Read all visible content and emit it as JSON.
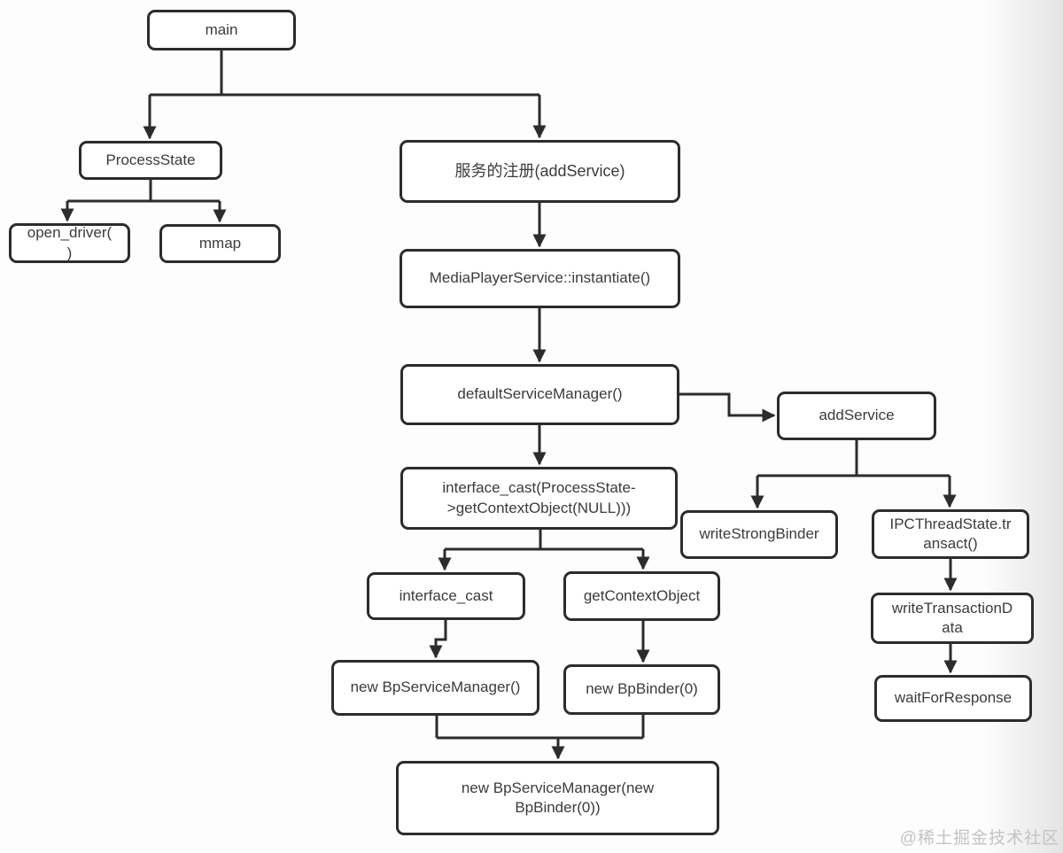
{
  "diagram": {
    "nodes": {
      "main": "main",
      "process_state": "ProcessState",
      "open_driver": [
        "open_driver(",
        ")"
      ],
      "mmap": "mmap",
      "service_register": "服务的注册(addService)",
      "media_player_service": "MediaPlayerService::instantiate()",
      "default_service_manager": "defaultServiceManager()",
      "add_service": "addService",
      "interface_cast_full": [
        "interface_cast(ProcessState-",
        ">getContextObject(NULL)))"
      ],
      "write_strong_binder": "writeStrongBinder",
      "ipc_thread_state_transact": [
        "IPCThreadState.tr",
        "ansact()"
      ],
      "interface_cast": "interface_cast",
      "get_context_object": "getContextObject",
      "new_bp_service_manager": "new BpServiceManager()",
      "new_bp_binder": "new BpBinder(0)",
      "write_transaction_data": [
        "writeTransactionD",
        "ata"
      ],
      "wait_for_response": "waitForResponse",
      "new_bp_service_manager_new_bp_binder": [
        "new BpServiceManager(new",
        "BpBinder(0))"
      ]
    },
    "edges": [
      {
        "from": "main",
        "to": "process_state"
      },
      {
        "from": "main",
        "to": "service_register"
      },
      {
        "from": "process_state",
        "to": "open_driver"
      },
      {
        "from": "process_state",
        "to": "mmap"
      },
      {
        "from": "service_register",
        "to": "media_player_service"
      },
      {
        "from": "media_player_service",
        "to": "default_service_manager"
      },
      {
        "from": "default_service_manager",
        "to": "add_service"
      },
      {
        "from": "default_service_manager",
        "to": "interface_cast_full"
      },
      {
        "from": "add_service",
        "to": "write_strong_binder"
      },
      {
        "from": "add_service",
        "to": "ipc_thread_state_transact"
      },
      {
        "from": "interface_cast_full",
        "to": "interface_cast"
      },
      {
        "from": "interface_cast_full",
        "to": "get_context_object"
      },
      {
        "from": "interface_cast",
        "to": "new_bp_service_manager"
      },
      {
        "from": "get_context_object",
        "to": "new_bp_binder"
      },
      {
        "from": "ipc_thread_state_transact",
        "to": "write_transaction_data"
      },
      {
        "from": "write_transaction_data",
        "to": "wait_for_response"
      },
      {
        "from": "new_bp_service_manager",
        "to": "new_bp_service_manager_new_bp_binder"
      },
      {
        "from": "new_bp_binder",
        "to": "new_bp_service_manager_new_bp_binder"
      }
    ],
    "colors": {
      "box_border": "#2c2c2c",
      "box_fill": "#ffffff",
      "line": "#2c2c2c",
      "text": "#3b3b3b",
      "watermark": "#c3c3c3",
      "background_right_edge": "#e4e4e4"
    },
    "watermark": "@稀土掘金技术社区"
  }
}
